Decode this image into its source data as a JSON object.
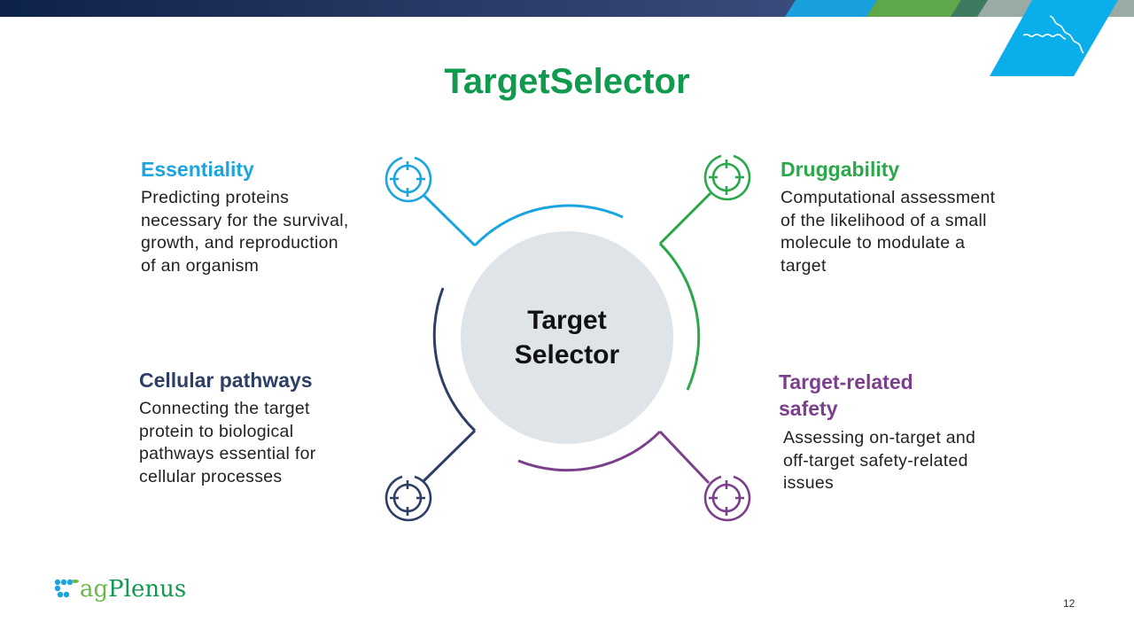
{
  "title": "TargetSelector",
  "center": {
    "line1": "Target",
    "line2": "Selector"
  },
  "sections": [
    {
      "title": "Essentiality",
      "text": "Predicting proteins necessary for the survival, growth, and reproduction of an organism",
      "color": "#1ba5e0"
    },
    {
      "title": "Druggability",
      "text": "Computational assessment of the likelihood of a small molecule to modulate a target",
      "color": "#2aa84a"
    },
    {
      "title": "Cellular pathways",
      "text": "Connecting the target protein to biological pathways essential for cellular processes",
      "color": "#2d3f66"
    },
    {
      "title": "Target-related safety",
      "text": "Assessing on-target and off-target safety-related issues",
      "color": "#7b3f8c"
    }
  ],
  "logo": {
    "prefix": "ag",
    "name": "Plenus"
  },
  "page_number": "12"
}
